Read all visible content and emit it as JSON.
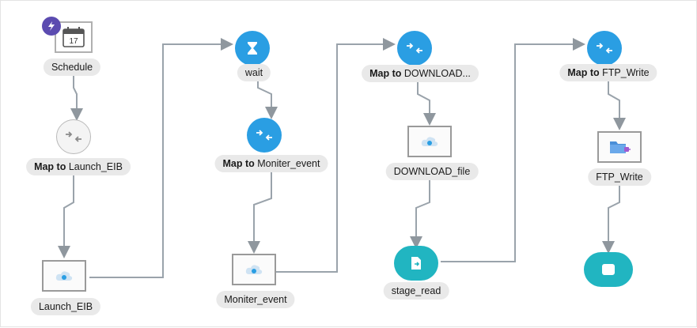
{
  "nodes": {
    "schedule": {
      "label": "Schedule",
      "calendar_day": "17"
    },
    "map_launch": {
      "label_prefix": "Map to",
      "label_rest": "Launch_EIB"
    },
    "launch_eib": {
      "label": "Launch_EIB"
    },
    "wait": {
      "label": "wait"
    },
    "map_moniter": {
      "label_prefix": "Map to",
      "label_rest": "Moniter_event"
    },
    "moniter_event": {
      "label": "Moniter_event"
    },
    "map_download": {
      "label_prefix": "Map to",
      "label_rest": "DOWNLOAD..."
    },
    "download_file": {
      "label": "DOWNLOAD_file"
    },
    "stage_read": {
      "label": "stage_read"
    },
    "map_ftp": {
      "label_prefix": "Map to",
      "label_rest": "FTP_Write"
    },
    "ftp_write": {
      "label": "FTP_Write"
    }
  },
  "icons": {
    "schedule": "calendar-icon",
    "trigger_badge": "lightning-icon",
    "map": "map-arrows-icon",
    "wait": "hourglass-icon",
    "invoke": "cloud-icon",
    "stage_read": "file-read-icon",
    "ftp": "folder-plug-icon",
    "end": "stop-icon"
  },
  "colors": {
    "action_blue": "#2a9ee3",
    "stage_teal": "#21b5c1",
    "badge_purple": "#5b4bb0",
    "wire_gray": "#9aa3ab"
  }
}
